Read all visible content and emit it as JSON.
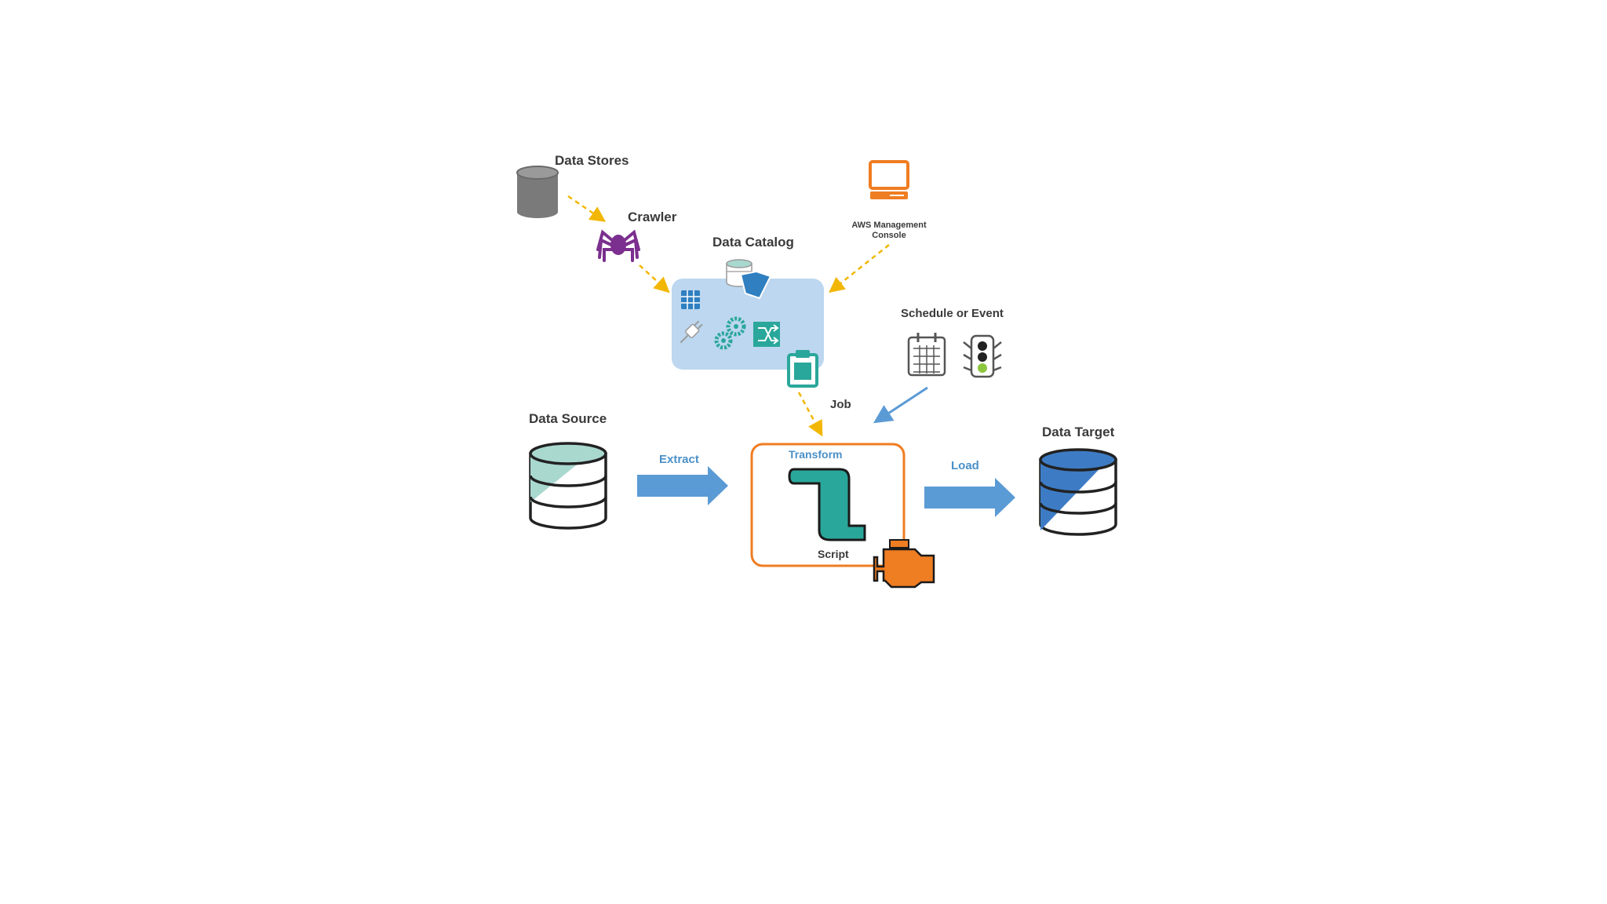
{
  "labels": {
    "data_stores": "Data Stores",
    "crawler": "Crawler",
    "data_catalog": "Data Catalog",
    "aws_console_line1": "AWS Management",
    "aws_console_line2": "Console",
    "schedule_or_event": "Schedule or Event",
    "job": "Job",
    "data_source": "Data Source",
    "extract": "Extract",
    "transform": "Transform",
    "script": "Script",
    "load": "Load",
    "data_target": "Data Target"
  },
  "colors": {
    "dashed_arrow": "#f2b705",
    "flow_arrow": "#5b9bd5",
    "catalog_panel": "#bcd7ef",
    "teal": "#2aa79b",
    "orange": "#ef7d22",
    "spider": "#7b2f8e",
    "gray": "#7a7a7a",
    "target_blue": "#3d7cc4"
  }
}
